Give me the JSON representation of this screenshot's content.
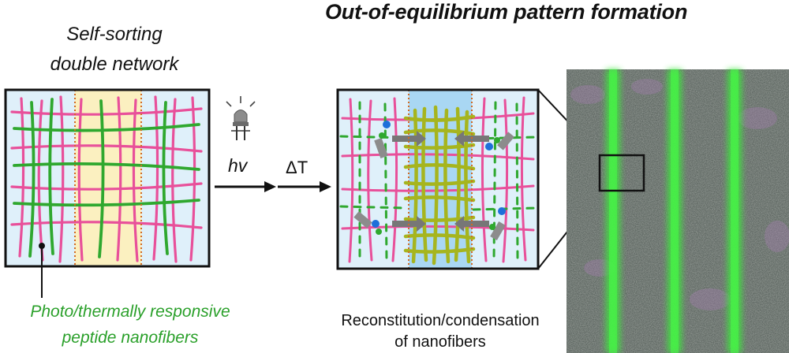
{
  "title": "Out-of-equilibrium pattern formation",
  "left_label_line1": "Self-sorting",
  "left_label_line2": "double network",
  "step1_label": "hv",
  "step2_label": "ΔT",
  "fiber_label_line1": "Photo/thermally responsive",
  "fiber_label_line2": "peptide nanofibers",
  "result_label_line1": "Reconstitution/condensation",
  "result_label_line2": "of nanofibers",
  "colors": {
    "green_fiber": "#2fa82f",
    "pink_fiber": "#e8509a",
    "yellow_band": "#fbf0c0",
    "blue_band": "#a9d7f3",
    "panel_bg": "#dff0fa",
    "condensed_fiber": "#a6b51e",
    "label_green": "#2aa02a"
  },
  "icons": [
    "lamp-icon",
    "arrow-right-icon"
  ]
}
